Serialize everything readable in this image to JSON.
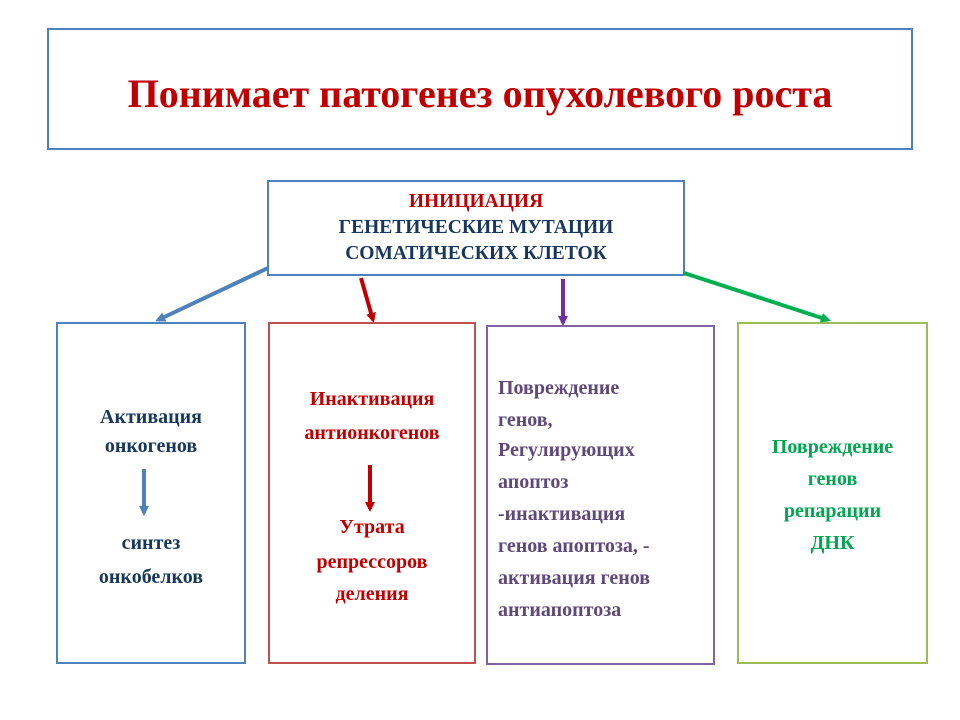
{
  "title": "Понимает патогенез опухолевого роста",
  "initiation": {
    "line1": "ИНИЦИАЦИЯ",
    "line2": "ГЕНЕТИЧЕСКИЕ МУТАЦИИ",
    "line3": "СОМАТИЧЕСКИХ КЛЕТОК"
  },
  "branches": {
    "oncogenes": {
      "top": [
        "Активация",
        "онкогенов"
      ],
      "bottom": [
        "синтез",
        "онкобелков"
      ]
    },
    "antioncogenes": {
      "top": [
        "Инактивация",
        "антионкогенов"
      ],
      "bottom": [
        "Утрата",
        "репрессоров",
        "деления"
      ]
    },
    "apoptosis": {
      "lines": [
        "Повреждение",
        "генов,",
        "Регулирующих",
        "апоптоз",
        "-инактивация",
        "генов апоптоза, -",
        "активация генов",
        "антиапоптоза"
      ]
    },
    "repair": {
      "lines": [
        "Повреждение",
        "генов",
        "репарации",
        "ДНК"
      ]
    }
  },
  "colors": {
    "blue": "#4f81bd",
    "red": "#c00000",
    "purple": "#7030a0",
    "green": "#00b050"
  }
}
